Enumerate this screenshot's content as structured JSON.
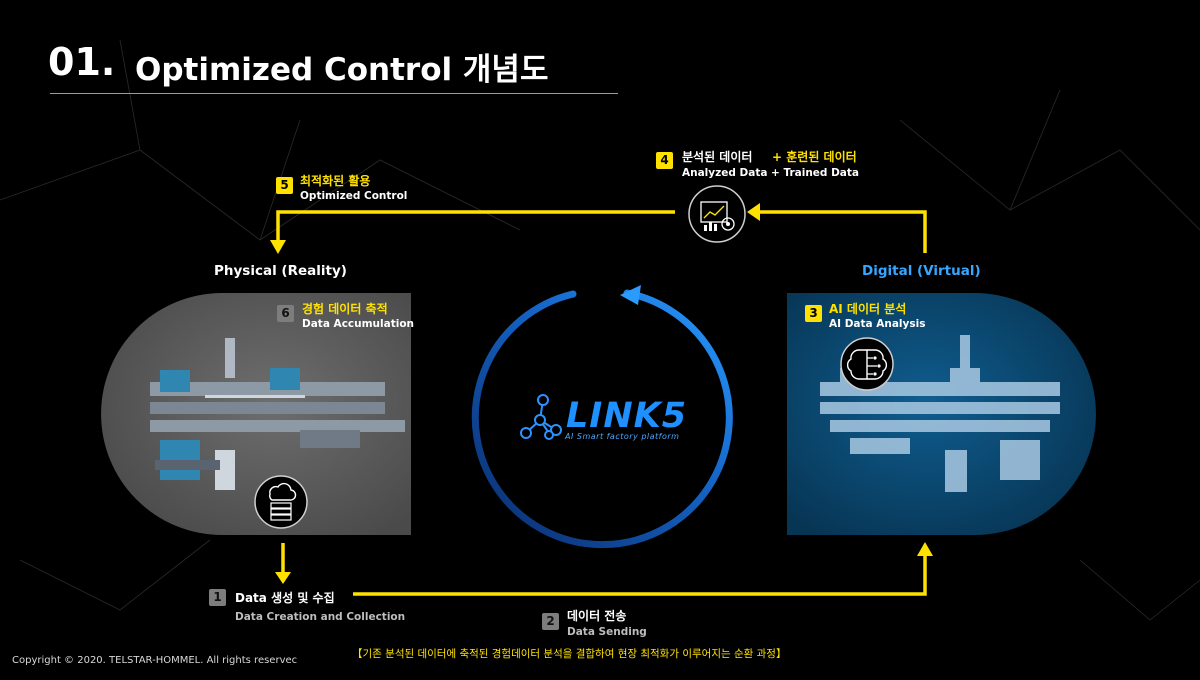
{
  "header": {
    "number": "01.",
    "title": "Optimized Control 개념도"
  },
  "sides": {
    "physical": "Physical (Reality)",
    "digital": "Digital (Virtual)"
  },
  "steps": {
    "s1": {
      "num": "1",
      "ko": "Data 생성 및 수집",
      "en": "Data Creation and Collection"
    },
    "s2": {
      "num": "2",
      "ko": "데이터 전송",
      "en": "Data Sending"
    },
    "s3": {
      "num": "3",
      "ko": "AI 데이터 분석",
      "en": "AI Data Analysis"
    },
    "s4": {
      "num": "4",
      "ko_a": "분석된 데이터",
      "ko_b": "+ 훈련된 데이터",
      "en_a": "Analyzed Data",
      "en_b": "+ Trained Data"
    },
    "s5": {
      "num": "5",
      "ko": "최적화된 활용",
      "en": "Optimized Control"
    },
    "s6": {
      "num": "6",
      "ko": "경험 데이터 축적",
      "en": "Data Accumulation"
    }
  },
  "logo": {
    "name": "LINK5",
    "tagline": "AI Smart factory platform"
  },
  "footer": {
    "caption": "【기존 분석된 데이터에 축적된 경험데이터 분석을 결합하여 현장 최적화가 이루어지는 순환 과정】",
    "copyright": "Copyright © 2020. TELSTAR-HOMMEL. All rights reservec"
  },
  "colors": {
    "accent": "#ffe100",
    "digital": "#0b4a73",
    "physical": "#5c5c5c",
    "ring": "#1e8fff"
  },
  "icons": [
    "cloud-database-icon",
    "analytics-gear-icon",
    "ai-brain-icon",
    "link5-network-icon"
  ]
}
